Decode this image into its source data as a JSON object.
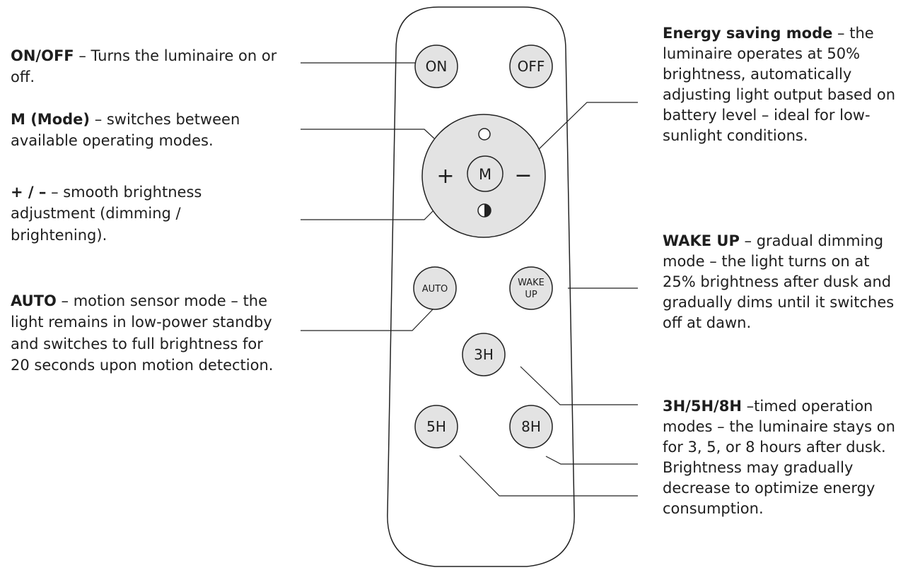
{
  "remote": {
    "buttons": {
      "on": "ON",
      "off": "OFF",
      "mode": "M",
      "plus": "+",
      "minus": "−",
      "auto": "AUTO",
      "wake_up_line1": "WAKE",
      "wake_up_line2": "UP",
      "h3": "3H",
      "h5": "5H",
      "h8": "8H"
    },
    "icons": {
      "energy_saving": "half-moon-icon",
      "light": "circle-icon"
    },
    "colors": {
      "button_fill": "#e3e3e3",
      "dpad_fill": "#e3e3e3",
      "outline": "#222222",
      "text": "#1e1e1e"
    }
  },
  "descriptions": {
    "onoff": {
      "title": "ON/OFF",
      "text": " – Turns the luminaire on or off."
    },
    "mode": {
      "title": "M (Mode)",
      "text": " – switches between available operating modes."
    },
    "plusminus": {
      "title": "+ / –",
      "text": "  – smooth brightness adjustment (dimming / brightening)."
    },
    "auto": {
      "title": "AUTO",
      "text": " – motion sensor mode – the light remains in low-power standby and switches to full brightness for 20 seconds upon motion detection."
    },
    "energy": {
      "title": "Energy saving mode",
      "text": " – the luminaire operates at 50% brightness, automatically adjusting light output based on battery level – ideal for low-sunlight conditions."
    },
    "wakeup": {
      "title": "WAKE UP",
      "text": " – gradual dimming mode – the light turns on at 25% brightness after dusk and gradually dims until it switches off at dawn."
    },
    "timed": {
      "title": "3H/5H/8H",
      "text": " –timed operation modes – the luminaire stays on for 3, 5, or 8 hours after dusk. Brightness may gradually decrease to optimize energy consumption."
    }
  }
}
